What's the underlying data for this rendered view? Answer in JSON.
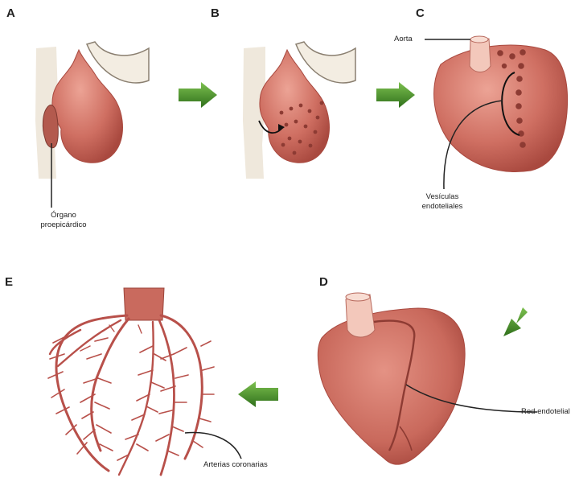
{
  "panels": {
    "a": {
      "letter": "A",
      "label_line1": "Órgano",
      "label_line2": "proepicárdico"
    },
    "b": {
      "letter": "B"
    },
    "c": {
      "letter": "C",
      "aorta_label": "Aorta",
      "vesicles_line1": "Vesículas",
      "vesicles_line2": "endoteliales"
    },
    "d": {
      "letter": "D",
      "network_label": "Red endotelial"
    },
    "e": {
      "letter": "E",
      "arteries_label": "Arterias coronarias"
    }
  },
  "colors": {
    "heart": "#cf6f62",
    "heart_dark": "#a94c42",
    "heart_light": "#e9a193",
    "vessel": "#b8504a",
    "arrow": "#4e9a2e",
    "arrow_dark": "#2f6f1b",
    "tissue": "#efe8dc"
  }
}
